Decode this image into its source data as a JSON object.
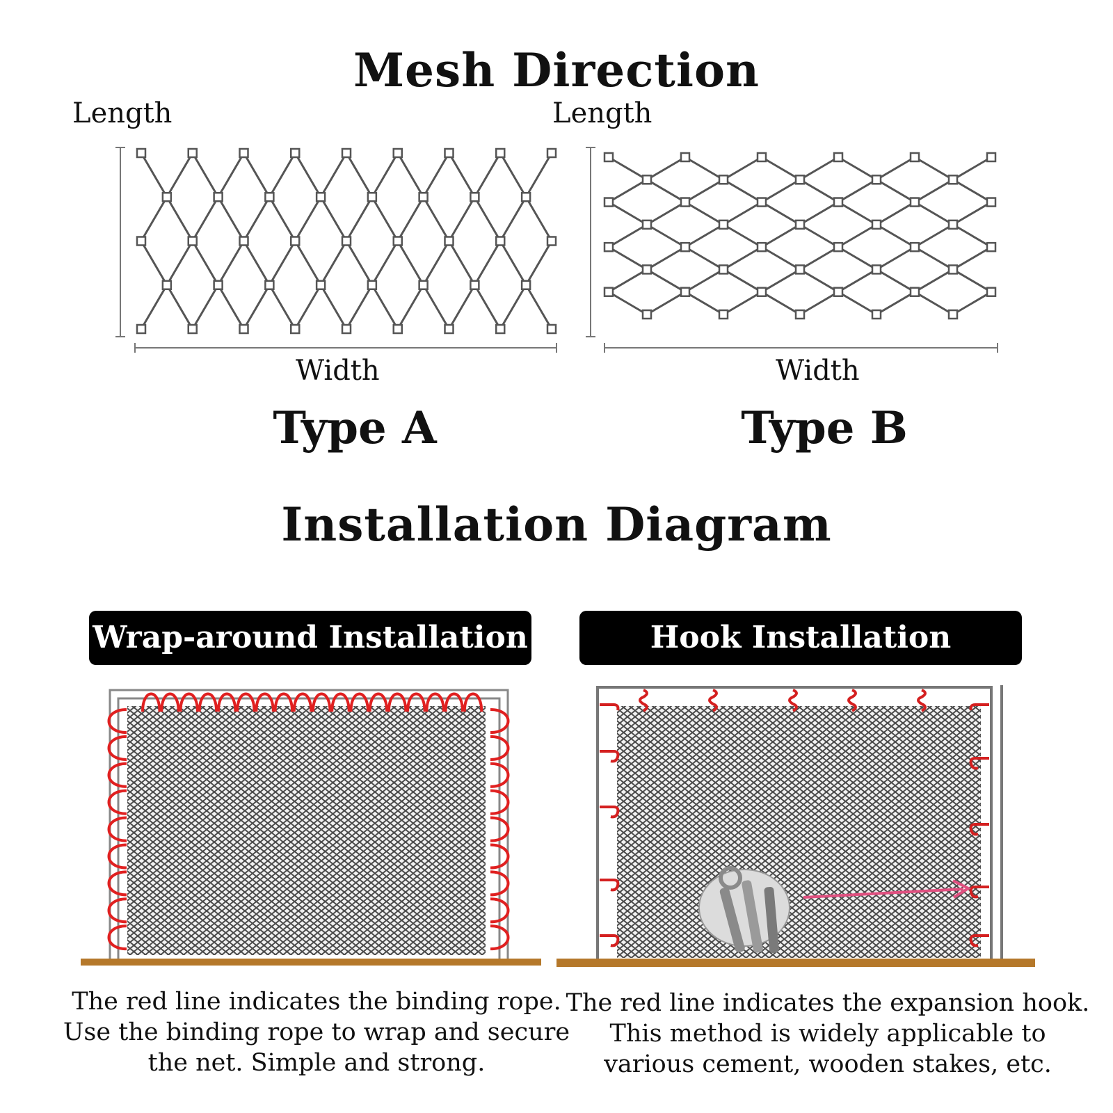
{
  "mesh_direction": {
    "title": "Mesh Direction",
    "type_a": {
      "length_label": "Length",
      "width_label": "Width",
      "name": "Type A"
    },
    "type_b": {
      "length_label": "Length",
      "width_label": "Width",
      "name": "Type B"
    }
  },
  "installation": {
    "title": "Installation Diagram",
    "wrap": {
      "label": "Wrap-around Installation",
      "caption": [
        "The red line indicates the binding rope.",
        "Use the binding rope to wrap and secure",
        "the net. Simple and strong."
      ]
    },
    "hook": {
      "label": "Hook Installation",
      "caption": [
        "The red line indicates the expansion hook.",
        "This method is widely applicable to",
        "various cement, wooden stakes, etc."
      ]
    }
  },
  "colors": {
    "rope_red": "#e02020",
    "mesh_gray": "#555555",
    "ground_brown": "#b5782a",
    "pill_black": "#000000"
  }
}
